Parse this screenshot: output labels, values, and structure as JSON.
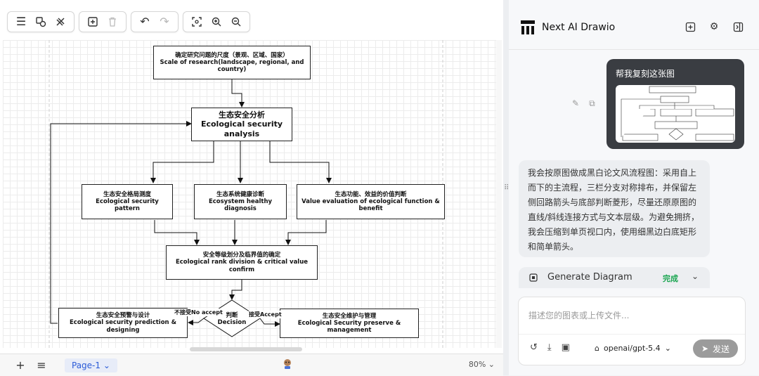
{
  "editor": {
    "page_tab": "Page-1",
    "zoom": "80%",
    "diagram": {
      "nodes": {
        "scale": "确定研究问题的尺度（景观、区域、国家）\nScale of research(landscape, regional, and country)",
        "analysis": "生态安全分析\nEcological security analysis",
        "pattern": "生态安全格局测度\nEcological security pattern",
        "health": "生态系统健康诊断\nEcosystem healthy diagnosis",
        "value": "生态功能、效益的价值判断\nValue evaluation of ecological function & benefit",
        "rank": "安全等级划分及临界值的确定\nEcological rank division & critical value confirm",
        "predict": "生态安全预警与设计\nEcological security prediction & designing",
        "decision": "判断\nDecision",
        "preserve": "生态安全维护与管理\nEcological Security preserve & management"
      },
      "edge_labels": {
        "no_accept": "不接受No accept",
        "accept": "接受Accept"
      }
    }
  },
  "panel": {
    "title": "Next AI Drawio",
    "user_message": "帮我复刻这张图",
    "assistant_message": "我会按原图做成黑白论文风流程图：采用自上而下的主流程，三栏分支对称排布，并保留左侧回路箭头与底部判断菱形，尽量还原原图的直线/斜线连接方式与文本层级。为避免拥挤，我会压缩到单页视口内，使用细黑边白底矩形和简单箭头。",
    "tool_name": "Generate Diagram",
    "tool_status": "完成",
    "composer_placeholder": "描述您的图表或上传文件...",
    "model": "openai/gpt-5.4",
    "send_label": "发送"
  },
  "colors": {
    "accent_green": "#19a550",
    "user_bubble": "#3a3d42",
    "send_button": "#9b9b9b",
    "page_tab": "#2b5bd7"
  }
}
